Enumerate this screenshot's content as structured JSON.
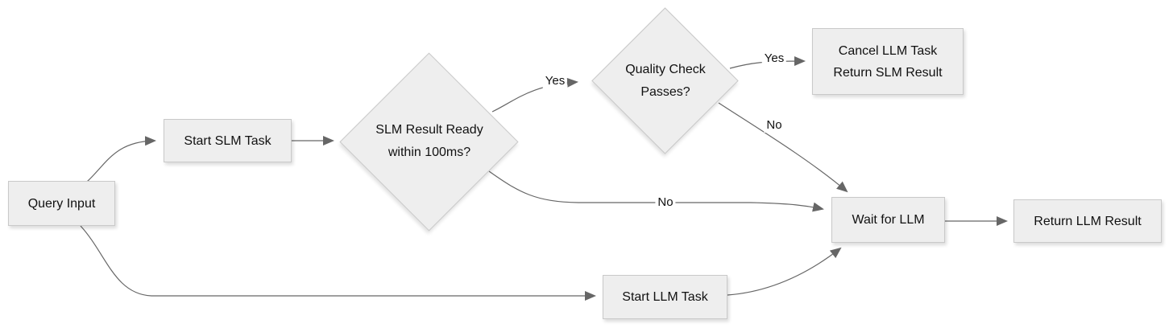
{
  "diagram": {
    "type": "flowchart",
    "colors": {
      "background": "#ffffff",
      "node_fill": "#eeeeee",
      "node_border": "#c9c9c9",
      "edge_color": "#666666",
      "text_color": "#111111"
    },
    "nodes": {
      "query_input": {
        "label": "Query Input"
      },
      "start_slm": {
        "label": "Start SLM Task"
      },
      "slm_ready": {
        "label_line1": "SLM Result Ready",
        "label_line2": "within 100ms?"
      },
      "quality_check": {
        "label_line1": "Quality Check",
        "label_line2": "Passes?"
      },
      "cancel_llm": {
        "label_line1": "Cancel LLM Task",
        "label_line2": "Return SLM Result"
      },
      "wait_llm": {
        "label": "Wait for LLM"
      },
      "start_llm": {
        "label": "Start LLM Task"
      },
      "return_llm": {
        "label": "Return LLM Result"
      }
    },
    "edge_labels": {
      "slm_ready_yes": "Yes",
      "slm_ready_no": "No",
      "quality_yes": "Yes",
      "quality_no": "No"
    }
  }
}
